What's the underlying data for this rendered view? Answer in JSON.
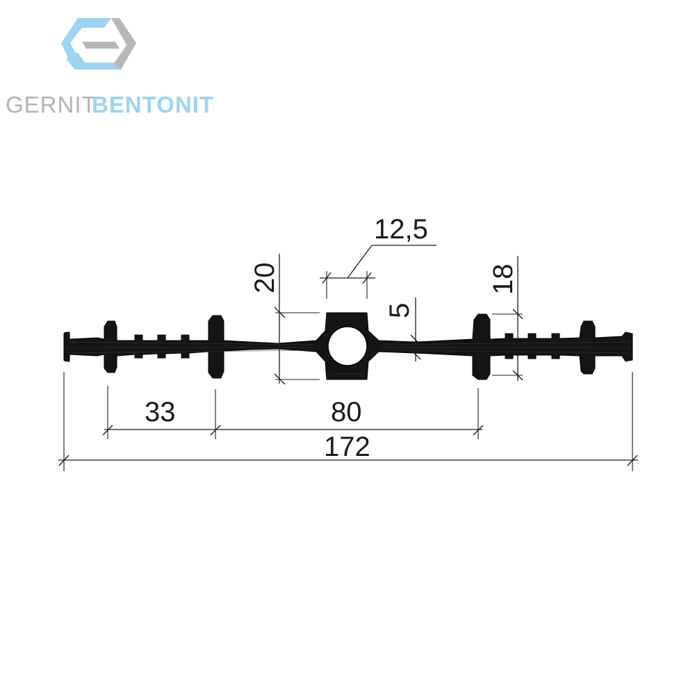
{
  "brand": {
    "name_left": "GERNIT",
    "name_right": "BENTONIT",
    "color_grey": "#b3b3b3",
    "color_blue": "#9fd3f2",
    "logo_icon": "hexagon-s-logo-icon"
  },
  "dimensions": {
    "pipe_diameter": "12,5",
    "bulb_height": "20",
    "web_thickness": "5",
    "rib_height": "18",
    "rib_spacing": "33",
    "center_span": "80",
    "total_width": "172"
  },
  "colors": {
    "profile": "#141414",
    "lines": "#1a1a1a"
  }
}
